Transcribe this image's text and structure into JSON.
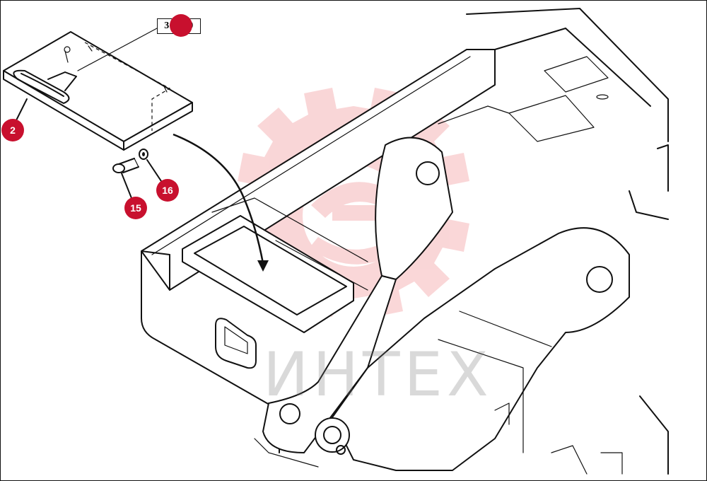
{
  "reference": {
    "label": "36.010"
  },
  "callouts": [
    {
      "id": "2",
      "label": "2"
    },
    {
      "id": "15",
      "label": "15"
    },
    {
      "id": "16",
      "label": "16"
    },
    {
      "id": "ref",
      "label": ""
    }
  ],
  "watermark": {
    "text": "ИНТЕХ",
    "icon": "gear-logo-icon"
  },
  "colors": {
    "callout": "#c8102e",
    "watermark": "#e8474d",
    "line": "#111111"
  }
}
